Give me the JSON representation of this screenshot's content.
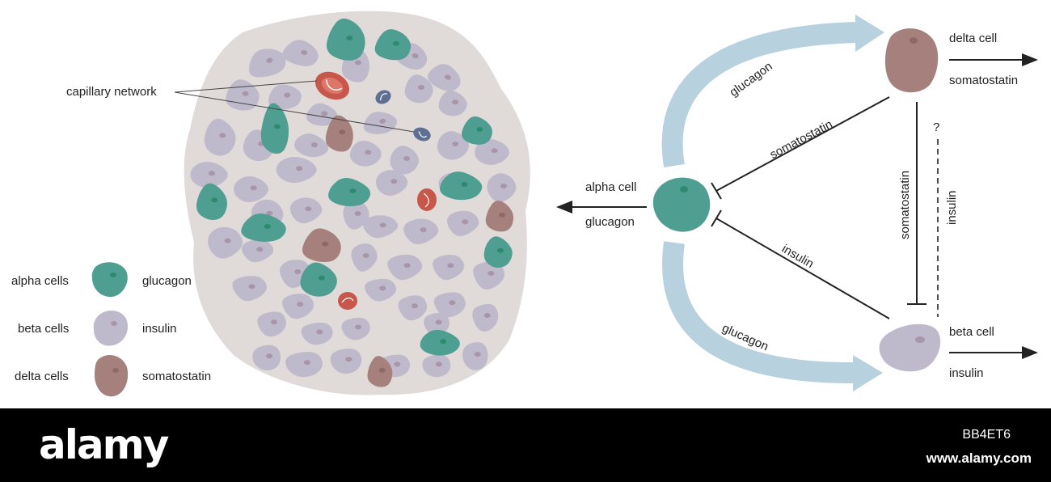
{
  "islet": {
    "callout": "capillary network"
  },
  "legend": [
    {
      "cell": "alpha cells",
      "hormone": "glucagon",
      "color": "#4f9e92"
    },
    {
      "cell": "beta cells",
      "hormone": "insulin",
      "color": "#bfb9cc"
    },
    {
      "cell": "delta cells",
      "hormone": "somatostatin",
      "color": "#a6807c"
    }
  ],
  "diagram": {
    "alpha": {
      "cell": "alpha cell",
      "hormone": "glucagon"
    },
    "delta": {
      "cell": "delta cell",
      "hormone": "somatostatin"
    },
    "beta": {
      "cell": "beta cell",
      "hormone": "insulin"
    },
    "arrows": {
      "top_glucagon": "glucagon",
      "bottom_glucagon": "glucagon",
      "delta_to_alpha": "somatostatin",
      "beta_to_alpha": "insulin",
      "delta_to_beta": "somatostatin",
      "beta_to_delta": "insulin",
      "question": "?"
    },
    "colors": {
      "arrow_band": "#b7d2de",
      "alpha": "#4f9e92",
      "beta": "#bfb9cc",
      "delta": "#a6807c"
    }
  },
  "watermark": {
    "logo": "alamy",
    "image_id": "BB4ET6",
    "url": "www.alamy.com"
  }
}
